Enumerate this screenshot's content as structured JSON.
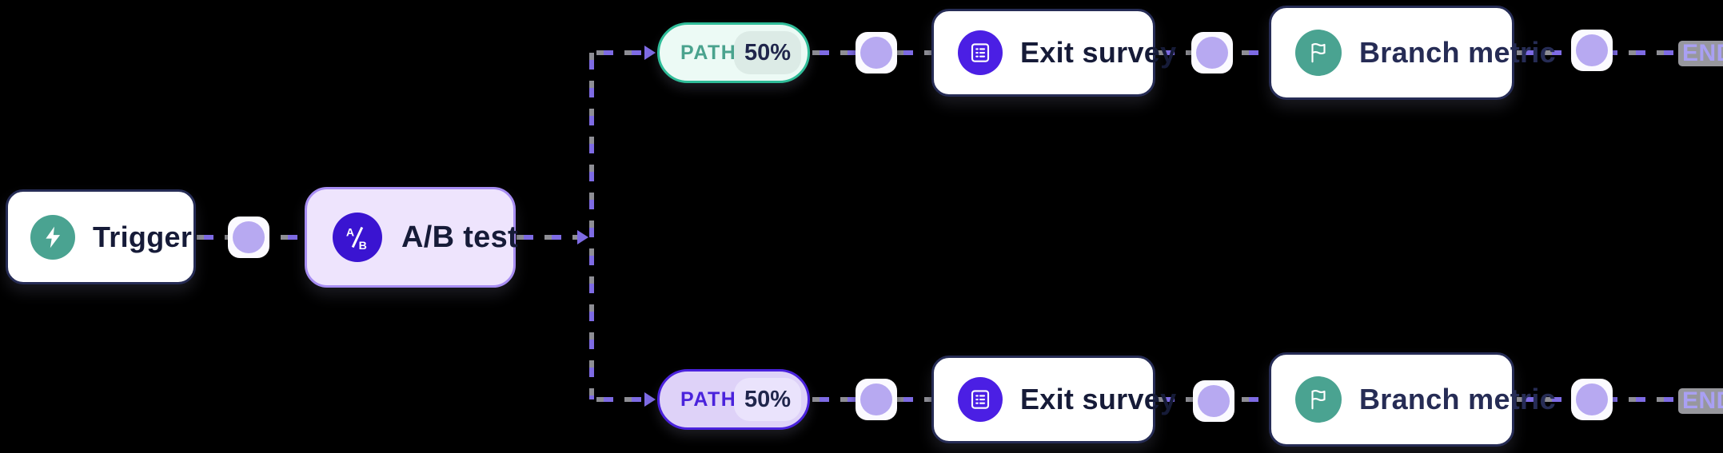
{
  "flow": {
    "trigger": {
      "label": "Trigger",
      "icon": "zap-icon",
      "icon_bg": "#4aa391"
    },
    "ab_test": {
      "label": "A/B test",
      "icon": "ab-split-icon",
      "icon_bg": "#3a14d1"
    },
    "branches": [
      {
        "path_label": "PATH A",
        "percent": "50%",
        "path_accent": "#2fbc98",
        "exit_survey_label": "Exit survey",
        "branch_metric_label": "Branch metric",
        "end_label": "END"
      },
      {
        "path_label": "PATH B",
        "percent": "50%",
        "path_accent": "#4a22dd",
        "exit_survey_label": "Exit survey",
        "branch_metric_label": "Branch metric",
        "end_label": "END"
      }
    ]
  },
  "icons": {
    "trigger": "zap-icon",
    "ab_test": "ab-split-icon",
    "exit_survey": "survey-list-icon",
    "branch_metric": "flag-icon",
    "add_step": "add-step-dot"
  },
  "colors": {
    "canvas_bg": "#000000",
    "card_bg": "#ffffff",
    "card_border": "#262c55",
    "card_text": "#161b38",
    "teal_icon": "#4aa391",
    "indigo_icon": "#4b1fe4",
    "ab_node_bg": "#eee4fd",
    "ab_node_border": "#a78df2",
    "path_a_bg": "#ecfaf5",
    "path_a_border": "#2fbc98",
    "path_a_text": "#4aa38e",
    "path_a_badge_bg": "#dcebe6",
    "path_b_bg": "#ded2f8",
    "path_b_border": "#4a22dd",
    "path_b_text": "#4a23dc",
    "path_b_badge_bg": "#eae3fc",
    "badge_text": "#20264c",
    "connector_purple": "#7e6be4",
    "connector_gray": "#8e8e95",
    "plus_dot": "#b7a9f1",
    "end_text": "#a9a0f3",
    "end_bg": "#97979d"
  }
}
